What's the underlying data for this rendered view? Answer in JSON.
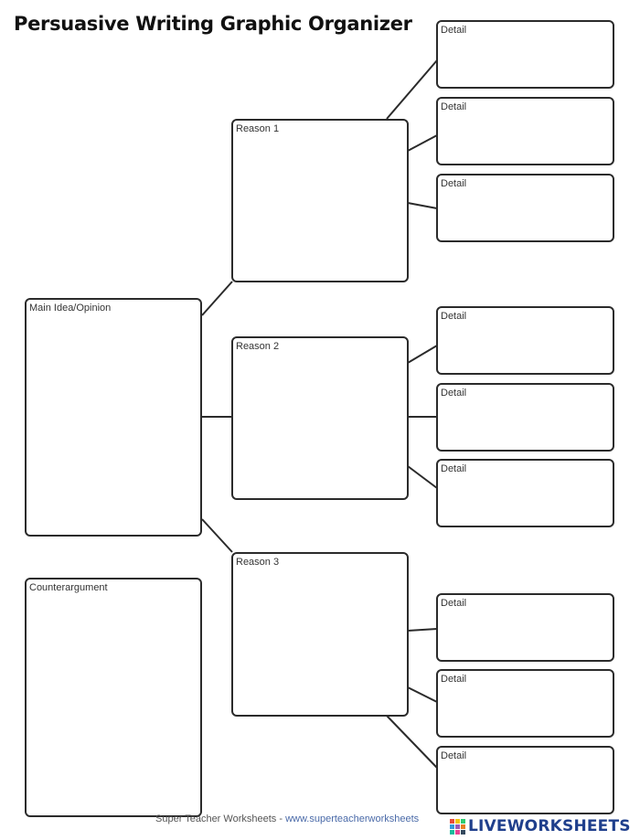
{
  "title": "Persuasive Writing Graphic Organizer",
  "labels": {
    "main": "Main Idea/Opinion",
    "counter": "Counterargument",
    "reason1": "Reason 1",
    "reason2": "Reason 2",
    "reason3": "Reason 3",
    "detail": "Detail"
  },
  "footer": {
    "credit": "Super Teacher Worksheets - ",
    "url": "www.superteacherworksheets"
  },
  "brand": {
    "name": "LIVEWORKSHEETS",
    "logo_colors": [
      "#e74c3c",
      "#f1c40f",
      "#2ecc71",
      "#3498db",
      "#9b59b6",
      "#e67e22",
      "#1abc9c",
      "#e84393",
      "#34495e"
    ]
  }
}
